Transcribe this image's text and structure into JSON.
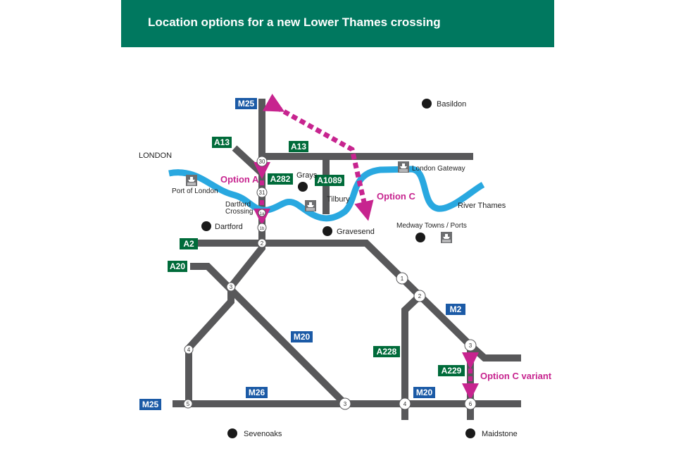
{
  "title": "Location options for a new Lower Thames crossing",
  "colors": {
    "header": "#00785f",
    "road": "#58585a",
    "river": "#29a8e0",
    "option": "#c7248f",
    "a_road_shield": "#006b3a",
    "motorway_shield": "#1b5aa6",
    "town": "#1a1a1a"
  },
  "roads": {
    "m25_top": "M25",
    "a13_left": "A13",
    "a13_right": "A13",
    "a282": "A282",
    "a1089": "A1089",
    "a2": "A2",
    "a20": "A20",
    "m20_diag": "M20",
    "m2": "M2",
    "a228": "A228",
    "a229": "A229",
    "m25_bottom": "M25",
    "m26": "M26",
    "m20_bottom": "M20"
  },
  "junctions": {
    "j30": "30",
    "j31": "31",
    "j1a": "1a",
    "j1b": "1b",
    "j2": "2",
    "j3": "3",
    "j4": "4",
    "j5": "5",
    "m26_j3": "3",
    "m20_j4": "4",
    "m20_j6": "6",
    "m2_j1": "1",
    "m2_j2": "2",
    "m2_j3": "3"
  },
  "places": {
    "london": "LONDON",
    "basildon": "Basildon",
    "grays": "Grays",
    "tilbury": "Tilbury",
    "port_of_london": "Port of London",
    "dartford_crossing": [
      "Dartford",
      "Crossing"
    ],
    "dartford": "Dartford",
    "gravesend": "Gravesend",
    "london_gateway": "London Gateway",
    "river_thames": "River Thames",
    "medway": "Medway Towns / Ports",
    "sevenoaks": "Sevenoaks",
    "maidstone": "Maidstone"
  },
  "options": {
    "a": "Option A",
    "c": "Option C",
    "c_variant": "Option C variant"
  }
}
